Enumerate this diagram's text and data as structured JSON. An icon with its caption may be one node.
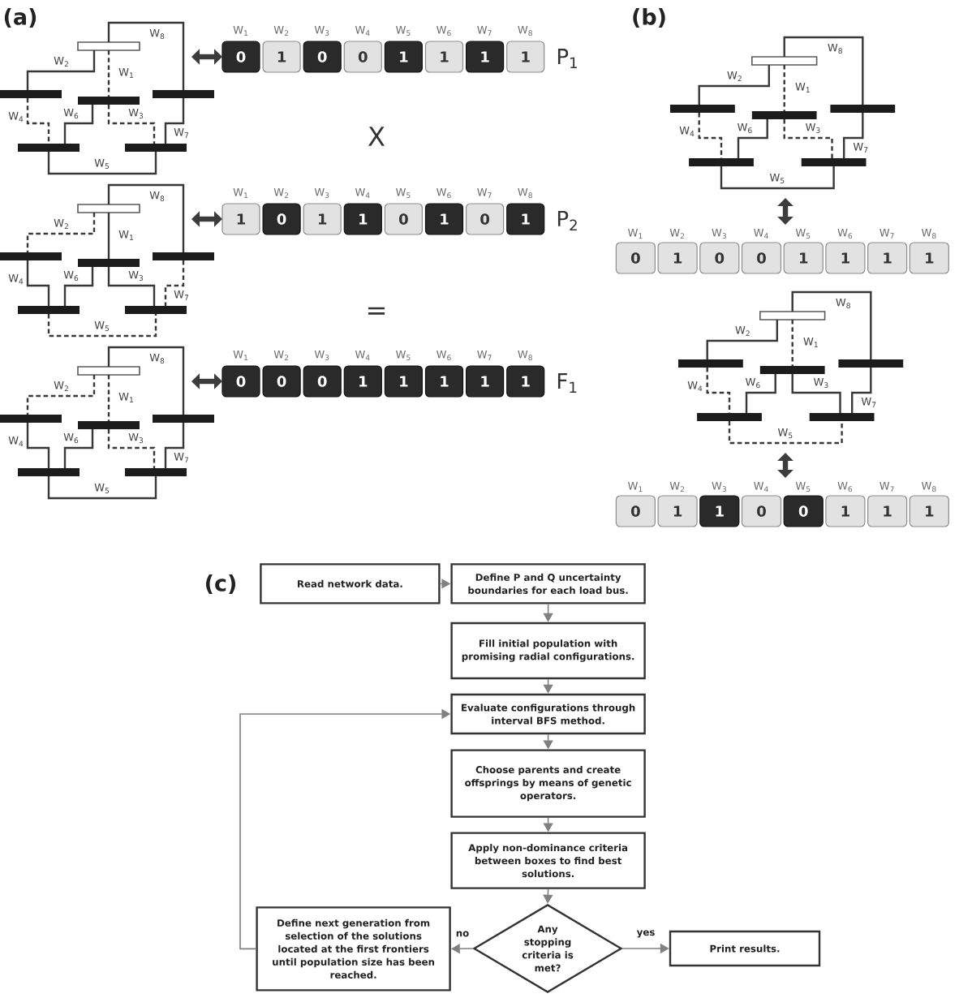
{
  "diagram": {
    "nodes": [
      {
        "text": [],
        "shape": "bar"
      },
      {
        "text": [],
        "shape": "bar"
      },
      {
        "text": [],
        "shape": "bar"
      },
      {
        "text": [],
        "shape": "bar"
      },
      {
        "text": [],
        "shape": "bar"
      },
      {
        "text": [],
        "shape": "bar"
      },
      {
        "text": [
          "W$_{1}$",
          "0"
        ]
      },
      {
        "text": [
          "W$_{2}$",
          "1"
        ]
      },
      {
        "text": [
          "W$_{3}$",
          "0"
        ]
      },
      {
        "text": [
          "W$_{4}$",
          "0"
        ]
      },
      {
        "text": [
          "W$_{5}$",
          "1"
        ]
      },
      {
        "text": [
          "W$_{6}$",
          "1"
        ]
      },
      {
        "text": [
          "W$_{7}$",
          "1"
        ]
      },
      {
        "text": [
          "W$_{8}$",
          "1"
        ]
      },
      {
        "text": [],
        "shape": "bar"
      },
      {
        "text": [],
        "shape": "bar"
      },
      {
        "text": [],
        "shape": "bar"
      },
      {
        "text": [],
        "shape": "bar"
      },
      {
        "text": [],
        "shape": "bar"
      },
      {
        "text": [],
        "shape": "bar"
      },
      {
        "text": [
          "W$_{1}$",
          "1"
        ]
      },
      {
        "text": [
          "W$_{2}$",
          "0"
        ]
      },
      {
        "text": [
          "W$_{3}$",
          "1"
        ]
      },
      {
        "text": [
          "W$_{4}$",
          "1"
        ]
      },
      {
        "text": [
          "W$_{5}$",
          "0"
        ]
      },
      {
        "text": [
          "W$_{6}$",
          "1"
        ]
      },
      {
        "text": [
          "W$_{7}$",
          "0"
        ]
      },
      {
        "text": [
          "W$_{8}$",
          "1"
        ]
      },
      {
        "text": [],
        "shape": "bar"
      },
      {
        "text": [],
        "shape": "bar"
      },
      {
        "text": [],
        "shape": "bar"
      },
      {
        "text": [],
        "shape": "bar"
      },
      {
        "text": [],
        "shape": "bar"
      },
      {
        "text": [],
        "shape": "bar"
      },
      {
        "text": [
          "W$_{1}$",
          "0"
        ]
      },
      {
        "text": [
          "W$_{2}$",
          "0"
        ]
      },
      {
        "text": [
          "W$_{3}$",
          "0"
        ]
      },
      {
        "text": [
          "W$_{4}$",
          "1"
        ]
      },
      {
        "text": [
          "W$_{5}$",
          "1"
        ]
      },
      {
        "text": [
          "W$_{6}$",
          "1"
        ]
      },
      {
        "text": [
          "W$_{7}$",
          "1"
        ]
      },
      {
        "text": [
          "W$_{8}$",
          "1"
        ]
      },
      {
        "text": [],
        "shape": "bar"
      },
      {
        "text": [],
        "shape": "bar"
      },
      {
        "text": [],
        "shape": "bar"
      },
      {
        "text": [],
        "shape": "bar"
      },
      {
        "text": [],
        "shape": "bar"
      },
      {
        "text": [],
        "shape": "bar"
      },
      {
        "text": [
          "W$_{1}$",
          "0"
        ]
      },
      {
        "text": [
          "W$_{2}$",
          "1"
        ]
      },
      {
        "text": [
          "W$_{3}$",
          "0"
        ]
      },
      {
        "text": [
          "W$_{4}$",
          "0"
        ]
      },
      {
        "text": [
          "W$_{5}$",
          "1"
        ]
      },
      {
        "text": [
          "W$_{6}$",
          "1"
        ]
      },
      {
        "text": [
          "W$_{7}$",
          "1"
        ]
      },
      {
        "text": [
          "W$_{8}$",
          "1"
        ]
      },
      {
        "text": [],
        "shape": "bar"
      },
      {
        "text": [],
        "shape": "bar"
      },
      {
        "text": [],
        "shape": "bar"
      },
      {
        "text": [],
        "shape": "bar"
      },
      {
        "text": [],
        "shape": "bar"
      },
      {
        "text": [],
        "shape": "bar"
      },
      {
        "text": [
          "W$_{1}$",
          "0"
        ]
      },
      {
        "text": [
          "W$_{2}$",
          "1"
        ]
      },
      {
        "text": [
          "W$_{3}$",
          "1"
        ]
      },
      {
        "text": [
          "W$_{4}$",
          "0"
        ]
      },
      {
        "text": [
          "W$_{5}$",
          "0"
        ]
      },
      {
        "text": [
          "W$_{6}$",
          "1"
        ]
      },
      {
        "text": [
          "W$_{7}$",
          "1"
        ]
      },
      {
        "text": [
          "W$_{8}$",
          "1"
        ]
      },
      {
        "text": [
          "Read network data."
        ]
      },
      {
        "text": [
          "Define P and Q uncertainty boundaries for each load bus."
        ]
      },
      {
        "text": [
          "Fill initial population with promising radial configurations."
        ]
      },
      {
        "text": [
          "Evaluate configurations through interval BFS method."
        ]
      },
      {
        "text": [
          "Choose parents and create offsprings by means of genetic operators."
        ]
      },
      {
        "text": [
          "Apply non-dominance criteria between boxes to find best solutions."
        ]
      },
      {
        "text": [
          "Define next generation from selection of the solutions located at the first frontiers until population size has been reached."
        ]
      },
      {
        "text": [
          "Any stopping criteria is met?"
        ]
      },
      {
        "text": [
          "Print results."
        ]
      }
    ],
    "edges": [
      {
        "from": 0,
        "to": 2,
        "arrow": "none",
        "label": "W$_{1}$",
        "style": "dashed"
      },
      {
        "from": 0,
        "to": 1,
        "arrow": "none",
        "label": "W$_{2}$"
      },
      {
        "from": 2,
        "to": 5,
        "arrow": "none",
        "label": "W$_{3}$",
        "style": "dashed"
      },
      {
        "from": 1,
        "to": 4,
        "arrow": "none",
        "label": "W$_{4}$",
        "style": "dashed"
      },
      {
        "from": 4,
        "to": 5,
        "arrow": "none",
        "label": "W$_{5}$"
      },
      {
        "from": 2,
        "to": 4,
        "arrow": "none",
        "label": "W$_{6}$"
      },
      {
        "from": 3,
        "to": 5,
        "arrow": "none",
        "label": "W$_{7}$"
      },
      {
        "from": 0,
        "to": 3,
        "arrow": "none",
        "label": "W$_{8}$"
      },
      {
        "from": null,
        "to": 6,
        "arrow": "both",
        "style": "thick"
      },
      {
        "from": 14,
        "to": 16,
        "arrow": "none",
        "label": "W$_{1}$"
      },
      {
        "from": 14,
        "to": 15,
        "arrow": "none",
        "label": "W$_{2}$",
        "style": "dashed"
      },
      {
        "from": 16,
        "to": 19,
        "arrow": "none",
        "label": "W$_{3}$"
      },
      {
        "from": 15,
        "to": 18,
        "arrow": "none",
        "label": "W$_{4}$"
      },
      {
        "from": 18,
        "to": 19,
        "arrow": "none",
        "label": "W$_{5}$",
        "style": "dashed"
      },
      {
        "from": 16,
        "to": 18,
        "arrow": "none",
        "label": "W$_{6}$"
      },
      {
        "from": 17,
        "to": 19,
        "arrow": "none",
        "label": "W$_{7}$",
        "style": "dashed"
      },
      {
        "from": 14,
        "to": 17,
        "arrow": "none",
        "label": "W$_{8}$"
      },
      {
        "from": null,
        "to": 20,
        "arrow": "both",
        "style": "thick"
      },
      {
        "from": 28,
        "to": 30,
        "arrow": "none",
        "label": "W$_{1}$",
        "style": "dashed"
      },
      {
        "from": 28,
        "to": 29,
        "arrow": "none",
        "label": "W$_{2}$",
        "style": "dashed"
      },
      {
        "from": 30,
        "to": 33,
        "arrow": "none",
        "label": "W$_{3}$",
        "style": "dashed"
      },
      {
        "from": 29,
        "to": 32,
        "arrow": "none",
        "label": "W$_{4}$"
      },
      {
        "from": 32,
        "to": 33,
        "arrow": "none",
        "label": "W$_{5}$"
      },
      {
        "from": 30,
        "to": 32,
        "arrow": "none",
        "label": "W$_{6}$"
      },
      {
        "from": 31,
        "to": 33,
        "arrow": "none",
        "label": "W$_{7}$"
      },
      {
        "from": 28,
        "to": 31,
        "arrow": "none",
        "label": "W$_{8}$"
      },
      {
        "from": null,
        "to": 34,
        "arrow": "both",
        "style": "thick"
      },
      {
        "from": 42,
        "to": 44,
        "arrow": "none",
        "label": "W$_{1}$",
        "style": "dashed"
      },
      {
        "from": 42,
        "to": 43,
        "arrow": "none",
        "label": "W$_{2}$"
      },
      {
        "from": 44,
        "to": 47,
        "arrow": "none",
        "label": "W$_{3}$",
        "style": "dashed"
      },
      {
        "from": 43,
        "to": 46,
        "arrow": "none",
        "label": "W$_{4}$",
        "style": "dashed"
      },
      {
        "from": 46,
        "to": 47,
        "arrow": "none",
        "label": "W$_{5}$"
      },
      {
        "from": 44,
        "to": 46,
        "arrow": "none",
        "label": "W$_{6}$"
      },
      {
        "from": 45,
        "to": 47,
        "arrow": "none",
        "label": "W$_{7}$"
      },
      {
        "from": 42,
        "to": 45,
        "arrow": "none",
        "label": "W$_{8}$"
      },
      {
        "from": null,
        "to": 52,
        "arrow": "both",
        "style": "thick"
      },
      {
        "from": 56,
        "to": 58,
        "arrow": "none",
        "label": "W$_{1}$",
        "style": "dashed"
      },
      {
        "from": 56,
        "to": 57,
        "arrow": "none",
        "label": "W$_{2}$"
      },
      {
        "from": 58,
        "to": 61,
        "arrow": "none",
        "label": "W$_{3}$"
      },
      {
        "from": 57,
        "to": 60,
        "arrow": "none",
        "label": "W$_{4}$",
        "style": "dashed"
      },
      {
        "from": 60,
        "to": 61,
        "arrow": "none",
        "label": "W$_{5}$",
        "style": "dashed"
      },
      {
        "from": 58,
        "to": 60,
        "arrow": "none",
        "label": "W$_{6}$"
      },
      {
        "from": 59,
        "to": 61,
        "arrow": "none",
        "label": "W$_{7}$"
      },
      {
        "from": 56,
        "to": 59,
        "arrow": "none",
        "label": "W$_{8}$"
      },
      {
        "from": null,
        "to": 66,
        "arrow": "both",
        "style": "thick"
      },
      {
        "from": 70,
        "to": 71,
        "arrow": "to",
        "color": "#808080"
      },
      {
        "from": 71,
        "to": 72,
        "arrow": "to",
        "color": "#808080"
      },
      {
        "from": 72,
        "to": 73,
        "arrow": "to",
        "color": "#808080"
      },
      {
        "from": 73,
        "to": 74,
        "arrow": "to",
        "color": "#808080"
      },
      {
        "from": 74,
        "to": 75,
        "arrow": "to",
        "color": "#808080"
      },
      {
        "from": 75,
        "to": 77,
        "arrow": "to",
        "color": "#808080"
      },
      {
        "from": 77,
        "to": 76,
        "arrow": "to",
        "label": "no",
        "color": "#808080"
      },
      {
        "from": 77,
        "to": 78,
        "arrow": "to",
        "label": "yes",
        "color": "#808080"
      },
      {
        "from": 76,
        "to": 73,
        "arrow": "to",
        "color": "#808080"
      }
    ],
    "labels": [
      "(a)",
      "P$_{1}$",
      "X",
      "P$_{2}$",
      "=",
      "F$_{1}$",
      "(b)",
      "(c)"
    ]
  }
}
